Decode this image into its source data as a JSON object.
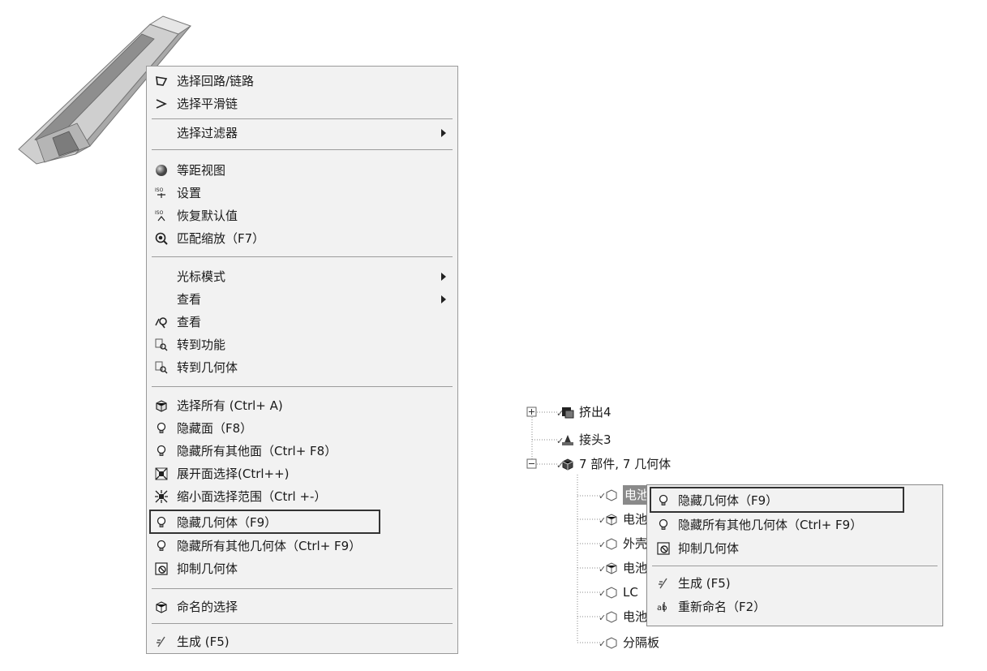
{
  "context_menu": {
    "items": [
      {
        "label": "选择回路/链路",
        "icon": "loop-select-icon"
      },
      {
        "label": "选择平滑链",
        "icon": "smooth-chain-icon"
      },
      {
        "label": "选择过滤器",
        "icon": "",
        "submenu": true
      },
      {
        "label": "等距视图",
        "icon": "sphere-icon"
      },
      {
        "label": "设置",
        "icon": "iso-settings-icon"
      },
      {
        "label": "恢复默认值",
        "icon": "iso-reset-icon"
      },
      {
        "label": "匹配缩放（F7）",
        "icon": "zoom-fit-icon"
      },
      {
        "label": "光标模式",
        "icon": "",
        "submenu": true
      },
      {
        "label": "查看",
        "icon": "",
        "submenu": true
      },
      {
        "label": "查看",
        "icon": "view-icon"
      },
      {
        "label": "转到功能",
        "icon": "goto-feature-icon"
      },
      {
        "label": "转到几何体",
        "icon": "goto-geometry-icon"
      },
      {
        "label": "选择所有 (Ctrl+ A)",
        "icon": "select-all-icon"
      },
      {
        "label": "隐藏面（F8）",
        "icon": "bulb-icon"
      },
      {
        "label": "隐藏所有其他面（Ctrl+ F8）",
        "icon": "bulb-icon"
      },
      {
        "label": "展开面选择(Ctrl++)",
        "icon": "expand-selection-icon"
      },
      {
        "label": "缩小面选择范围（Ctrl +-）",
        "icon": "shrink-selection-icon"
      },
      {
        "label": "隐藏几何体（F9）",
        "icon": "bulb-icon"
      },
      {
        "label": "隐藏所有其他几何体（Ctrl+ F9）",
        "icon": "bulb-icon"
      },
      {
        "label": "抑制几何体",
        "icon": "suppress-icon"
      },
      {
        "label": "命名的选择",
        "icon": "named-selection-icon"
      },
      {
        "label": "生成 (F5)",
        "icon": "generate-icon"
      }
    ]
  },
  "tree": {
    "nodes": [
      {
        "label": "挤出4",
        "icon": "extrude-icon"
      },
      {
        "label": "接头3",
        "icon": "joint-icon"
      },
      {
        "label": "7 部件, 7 几何体",
        "icon": "parts-icon"
      },
      {
        "label": "电池",
        "icon": "body-icon"
      },
      {
        "label": "电池",
        "icon": "solid-icon"
      },
      {
        "label": "外壳",
        "icon": "body-icon"
      },
      {
        "label": "电池",
        "icon": "solid-icon"
      },
      {
        "label": "LC",
        "icon": "body-icon"
      },
      {
        "label": "电池",
        "icon": "body-icon"
      },
      {
        "label": "分隔板",
        "icon": "body-icon"
      }
    ]
  },
  "popup_menu": {
    "items": [
      {
        "label": "隐藏几何体（F9）",
        "icon": "bulb-icon"
      },
      {
        "label": "隐藏所有其他几何体（Ctrl+ F9）",
        "icon": "bulb-icon"
      },
      {
        "label": "抑制几何体",
        "icon": "suppress-icon"
      },
      {
        "label": "生成 (F5)",
        "icon": "generate-icon"
      },
      {
        "label": "重新命名（F2）",
        "icon": "rename-icon"
      }
    ]
  }
}
